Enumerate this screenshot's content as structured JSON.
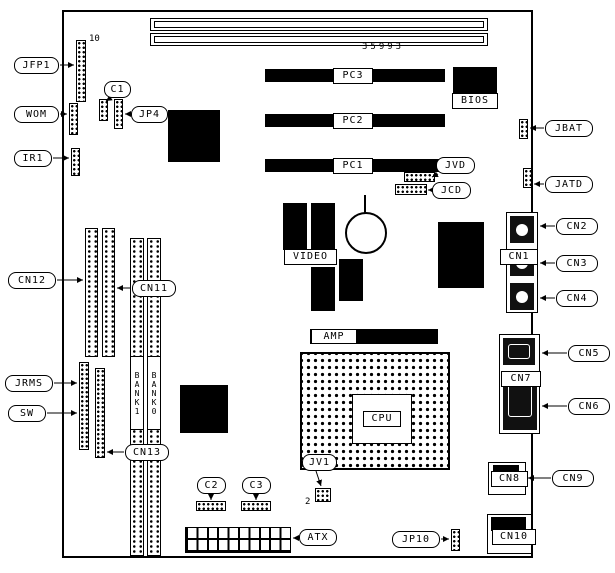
{
  "diagram": {
    "board_number": "35993",
    "pin10": "10",
    "pin2": "2"
  },
  "callouts": {
    "jfp1": "JFP1",
    "wom": "WOM",
    "ir1": "IR1",
    "cn12": "CN12",
    "jrms": "JRMS",
    "sw": "SW",
    "jbat": "JBAT",
    "jatd": "JATD",
    "cn2": "CN2",
    "cn3": "CN3",
    "cn4": "CN4",
    "cn5": "CN5",
    "cn6": "CN6",
    "cn9": "CN9",
    "c1": "C1",
    "jp4": "JP4",
    "jvd": "JVD",
    "jcd": "JCD",
    "cn11": "CN11",
    "cn13": "CN13",
    "jv1": "JV1",
    "c2": "C2",
    "c3": "C3",
    "atx": "ATX",
    "jp10": "JP10"
  },
  "component_labels": {
    "pc3": "PC3",
    "pc2": "PC2",
    "pc1": "PC1",
    "bios": "BIOS",
    "video": "VIDEO",
    "cn1": "CN1",
    "cn7": "CN7",
    "cn8": "CN8",
    "cn10": "CN10",
    "amp": "AMP",
    "cpu": "CPU",
    "bank1": "BANK1",
    "bank0": "BANK0"
  }
}
